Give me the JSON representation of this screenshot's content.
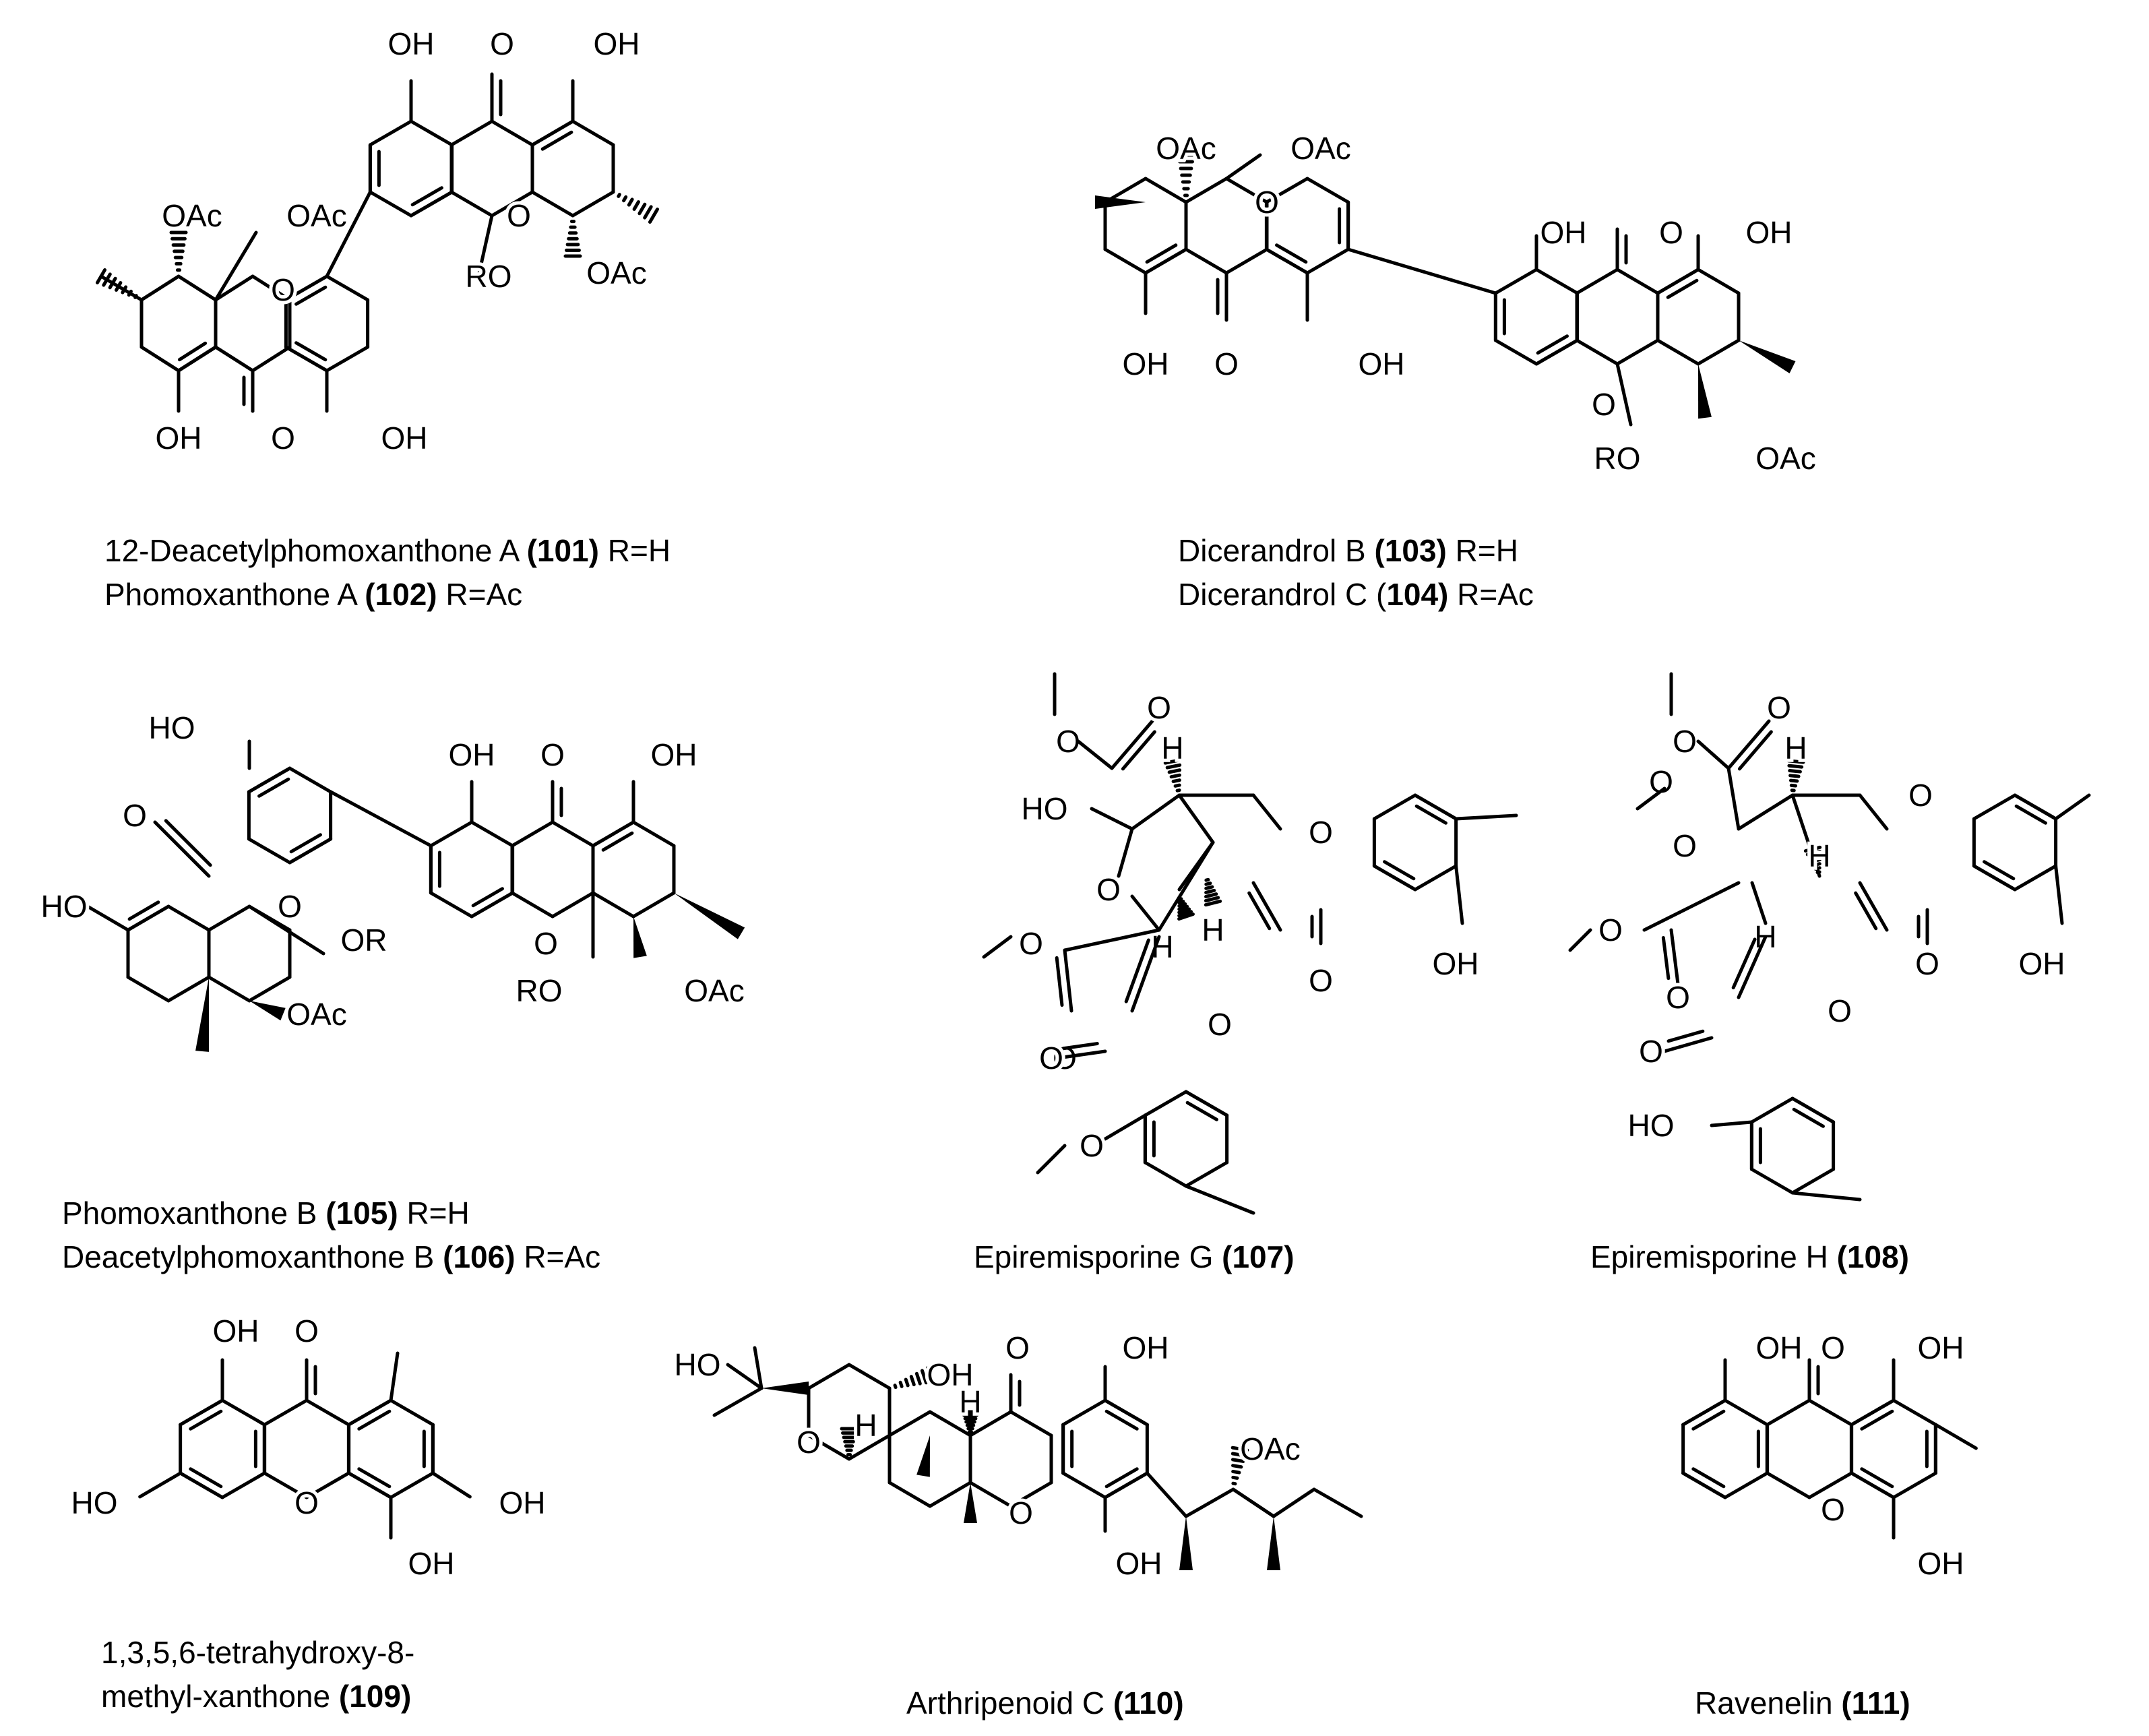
{
  "atoms": {
    "OH": "OH",
    "HO": "HO",
    "O": "O",
    "OAc": "OAc",
    "RO": "RO",
    "OR": "OR",
    "H": "H"
  },
  "captions": [
    {
      "name": "12-Deacetylphomoxanthone A",
      "number": "(101)",
      "suffix": "R=H"
    },
    {
      "name": "Phomoxanthone A",
      "number": "(102)",
      "suffix": "R=Ac"
    },
    {
      "name": "Dicerandrol B",
      "number": "(103)",
      "suffix": "R=H"
    },
    {
      "name": "Dicerandrol C (",
      "number": "104)",
      "suffix": "R=Ac"
    },
    {
      "name": "Phomoxanthone B",
      "number": "(105)",
      "suffix": "R=H"
    },
    {
      "name": "Deacetylphomoxanthone B",
      "number": "(106)",
      "suffix": "R=Ac"
    },
    {
      "name": "Epiremisporine G",
      "number": "(107)",
      "suffix": ""
    },
    {
      "name": "Epiremisporine H",
      "number": "(108)",
      "suffix": ""
    },
    {
      "name": "1,3,5,6-tetrahydroxy-8-",
      "number": "",
      "suffix": ""
    },
    {
      "name": "methyl-xanthone",
      "number": "(109)",
      "suffix": ""
    },
    {
      "name": "Arthripenoid C",
      "number": "(110)",
      "suffix": ""
    },
    {
      "name": "Ravenelin",
      "number": "(111)",
      "suffix": ""
    }
  ]
}
